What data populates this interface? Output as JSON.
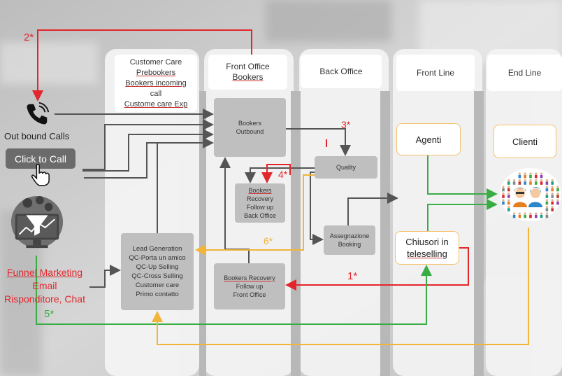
{
  "colors": {
    "red": "#e3262b",
    "green": "#3aac44",
    "orange": "#f3b43a",
    "dark": "#555555"
  },
  "columns": {
    "customer_care": [
      "Customer Care",
      "Prebookers",
      "Bookers incoming",
      "call",
      "Custome care Exp"
    ],
    "front_office": [
      "Front Office",
      "Bookers"
    ],
    "back_office": "Back Office",
    "front_line": "Front Line",
    "end_line": "End Line"
  },
  "boxes": {
    "bookers_outbound": [
      "Bookers",
      "Outbound"
    ],
    "quality": "Quality",
    "bookers_recovery_bo": [
      "Bookers",
      "Recovery",
      "Follow up",
      "Back Office"
    ],
    "assegnazione": [
      "Assegnazione",
      "Booking"
    ],
    "lead_generation": [
      "Lead Generation",
      "QC-Porta un amico",
      "QC-Up Selling",
      "QC-Cross Selling",
      "Customer care",
      "Primo contatto"
    ],
    "bookers_recovery_fo": [
      "Bookers Recovery",
      "Follow up",
      "Front Office"
    ],
    "agenti": "Agenti",
    "clienti": "Clienti",
    "chiusori": [
      "Chiusori in",
      "teleselling"
    ]
  },
  "left": {
    "outbound_calls": "Out bound Calls",
    "click_to_call": "Click to Call",
    "funnel": [
      "Funnel Marketing",
      "Email",
      "Risponditore, Chat"
    ]
  },
  "markers": {
    "m1": "1*",
    "m2": "2*",
    "m3": "3*",
    "m4": "4*",
    "m5": "5*",
    "m6": "6*"
  }
}
